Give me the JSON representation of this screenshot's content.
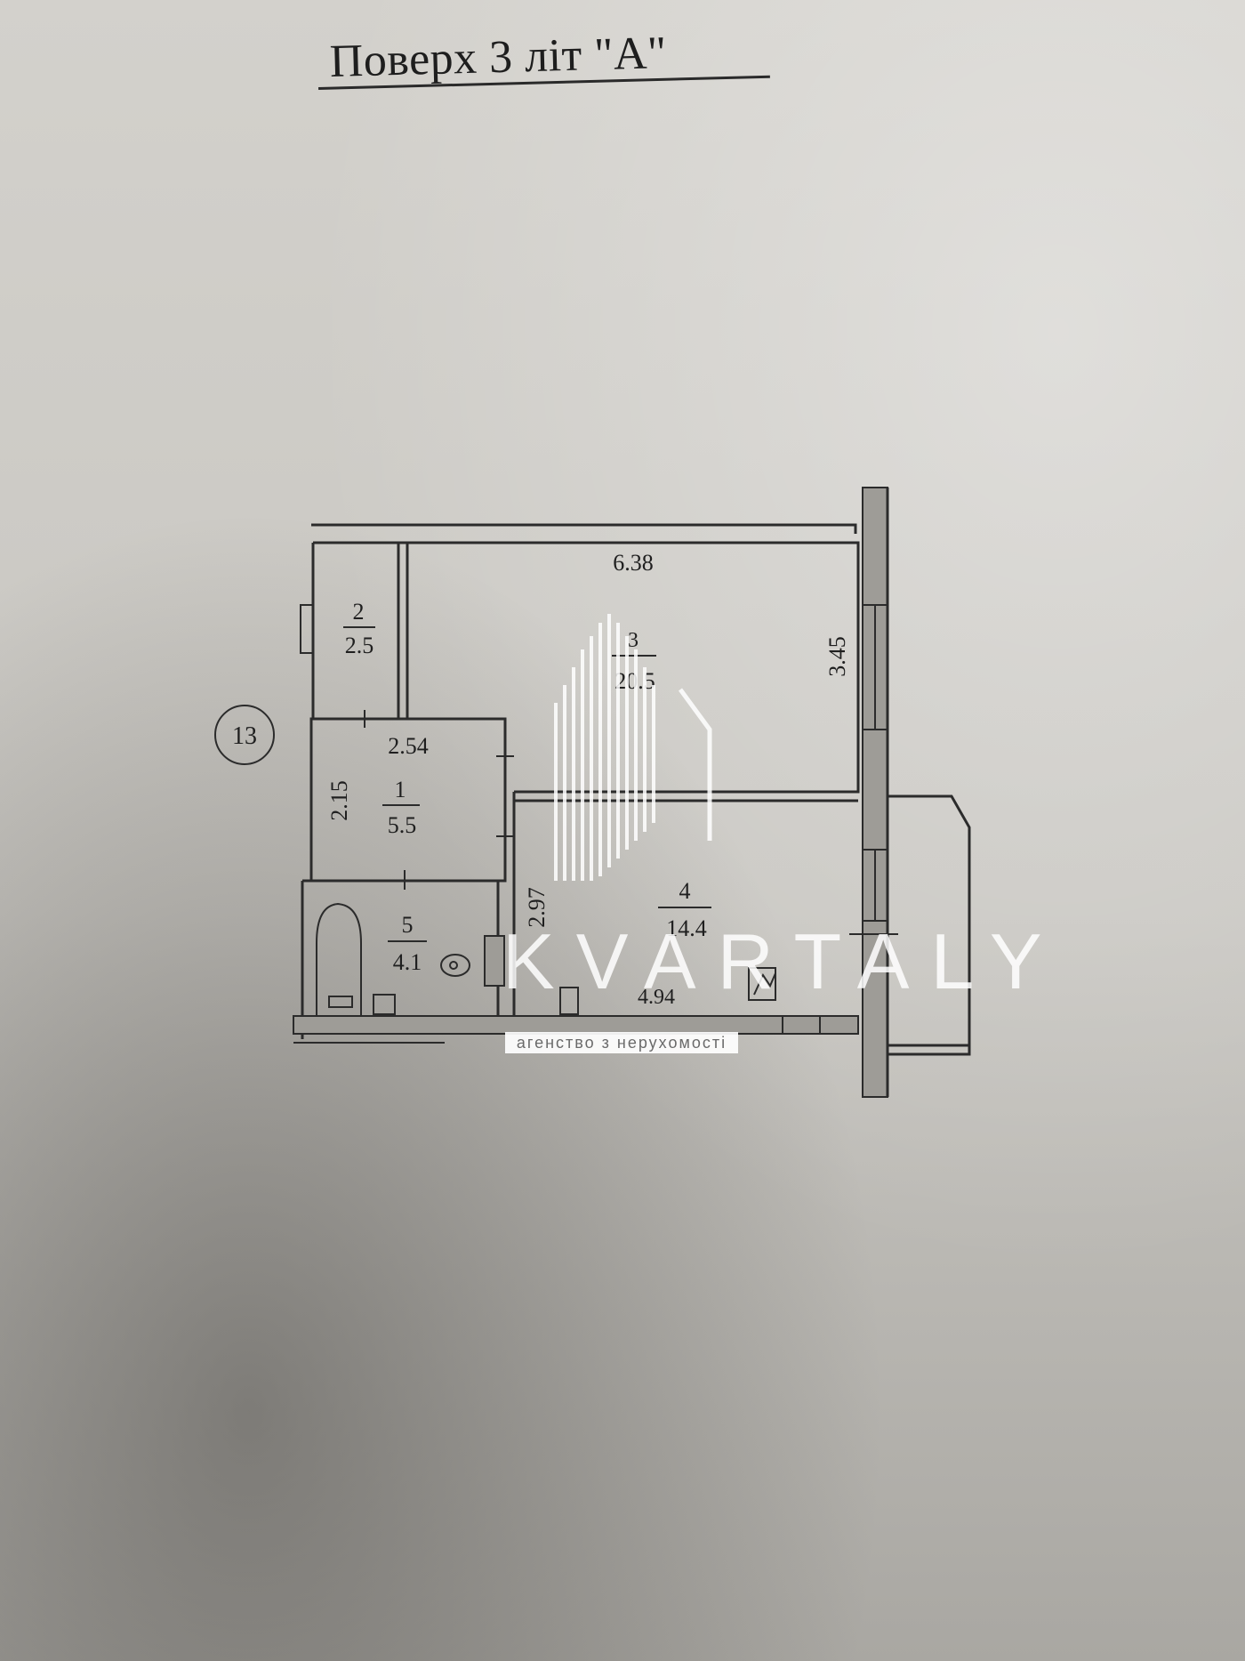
{
  "header": {
    "title": "Поверх 3 літ \"А\""
  },
  "plan": {
    "apartment_number": "13",
    "rooms": [
      {
        "id": "1",
        "area": "5.5"
      },
      {
        "id": "2",
        "area": "2.5"
      },
      {
        "id": "3",
        "area": "20.5"
      },
      {
        "id": "4",
        "area": "14.4"
      },
      {
        "id": "5",
        "area": "4.1"
      }
    ],
    "dimensions": {
      "room3_width": "6.38",
      "room3_depth": "3.45",
      "room1_width": "2.54",
      "room1_depth": "2.15",
      "room4_depth": "2.97",
      "room4_width": "4.94"
    }
  },
  "watermark": {
    "brand": "KVARTALY",
    "tagline": "агенство з нерухомості"
  }
}
